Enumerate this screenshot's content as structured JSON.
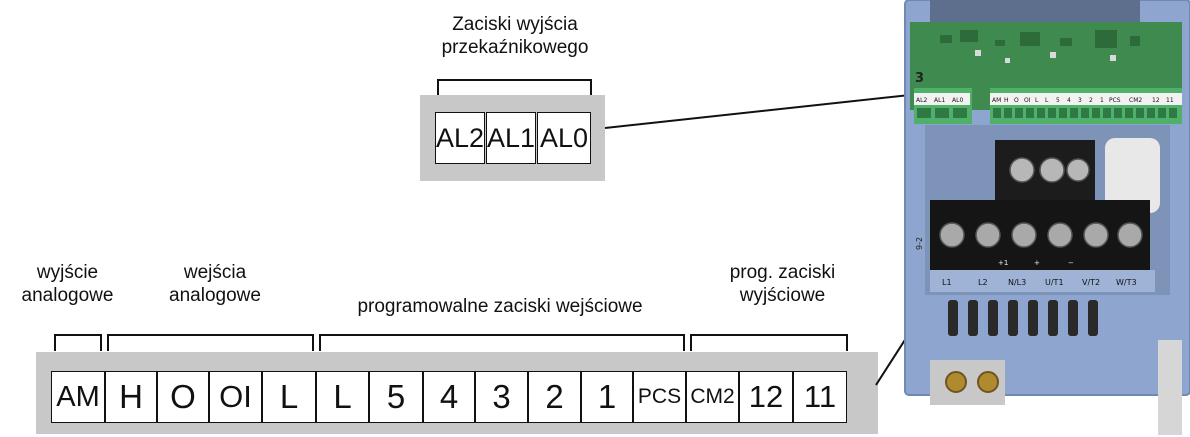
{
  "relay": {
    "title": "Zaciski wyjścia przekaźnikowego",
    "title_line1": "Zaciski wyjścia",
    "title_line2": "przekaźnikowego",
    "terminals": [
      "AL2",
      "AL1",
      "AL0"
    ]
  },
  "groups": {
    "analog_out_line1": "wyjście",
    "analog_out_line2": "analogowe",
    "analog_in_line1": "wejścia",
    "analog_in_line2": "analogowe",
    "prog_inputs": "programowalne zaciski wejściowe",
    "prog_out_line1": "prog. zaciski",
    "prog_out_line2": "wyjściowe"
  },
  "terminals": [
    "AM",
    "H",
    "O",
    "OI",
    "L",
    "L",
    "5",
    "4",
    "3",
    "2",
    "1",
    "PCS",
    "CM2",
    "12",
    "11"
  ],
  "inverter_photo": {
    "terminal_row_small": [
      "AL2",
      "AL1",
      "AL0",
      "AM",
      "H",
      "O",
      "OI",
      "L",
      "L",
      "5",
      "4",
      "3",
      "2",
      "1",
      "PCS",
      "CM2",
      "12",
      "11"
    ],
    "power_labels": [
      "L1",
      "L2",
      "N/L3",
      "U/T1",
      "V/T2",
      "W/T3"
    ],
    "pcb_number": "3",
    "side_text": "9-2",
    "polarity": [
      "+1",
      "+",
      "−"
    ]
  },
  "colors": {
    "strip_gray": "#c8c8c8",
    "housing_blue": "#8ea6cf",
    "pcb_green": "#3f8a4e"
  }
}
